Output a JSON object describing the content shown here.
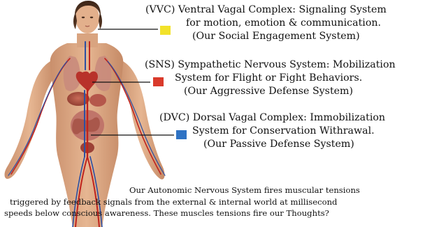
{
  "systems": [
    {
      "abbrev": "VVC",
      "line1": "(VVC) Ventral Vagal Complex: Signaling System",
      "line2": "for motion, emotion & communication.",
      "line3": "(Our Social Engagement System)",
      "color": "#f2e22a"
    },
    {
      "abbrev": "SNS",
      "line1": "(SNS) Sympathetic Nervous System: Mobilization",
      "line2": "System for Flight or Fight Behaviors.",
      "line3": "(Our Aggressive Defense System)",
      "color": "#d93a2b"
    },
    {
      "abbrev": "DVC",
      "line1": "(DVC) Dorsal Vagal Complex: Immobilization",
      "line2": "System for Conservation Withrawal.",
      "line3": "(Our Passive Defense System)",
      "color": "#2f73c4"
    }
  ],
  "caption": {
    "line1": "Our Autonomic Nervous System fires muscular tensions",
    "line2": "triggered by feedback signals from the external & internal world at millisecond",
    "line3": "speeds below conscious awareness. These muscles tensions fire our Thoughts?"
  }
}
